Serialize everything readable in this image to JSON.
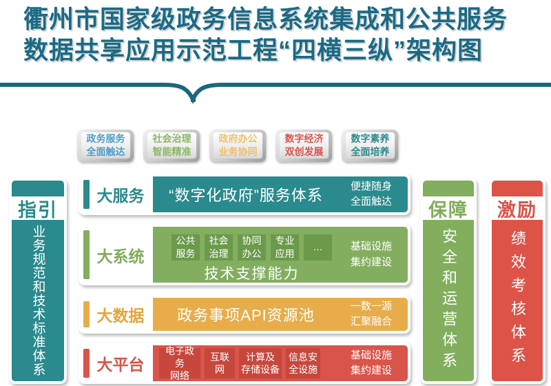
{
  "title": {
    "line1": "衢州市国家级政务信息系统集成和公共服务",
    "line2": "数据共享应用示范工程“四横三纵”架构图"
  },
  "badges": [
    {
      "text": "政务服务\n全面触达",
      "color": "#4f9ec9"
    },
    {
      "text": "社会治理\n智能精准",
      "color": "#8cb763"
    },
    {
      "text": "政府办公\n业务协同",
      "color": "#eec06a"
    },
    {
      "text": "数字经济\n双创发展",
      "color": "#d9544b"
    },
    {
      "text": "数字素养\n全面培养",
      "color": "#2a8a8d"
    }
  ],
  "pillars": {
    "guide": {
      "header": "指引",
      "body": "业务规范和技术标准体系",
      "color": "#2a8a8d"
    },
    "safeguard": {
      "header": "保障",
      "body": "安全和运营体系",
      "color": "#82ae5d"
    },
    "incentive": {
      "header": "激励",
      "body": "绩效考核体系",
      "color": "#dd5348"
    }
  },
  "rows": [
    {
      "label": "大服务",
      "center": "“数字化政府”服务体系",
      "note": "便捷随身\n全面触达",
      "color": "#2a8a8d"
    },
    {
      "label": "大系统",
      "boxes": [
        "公共\n服务",
        "社会\n治理",
        "协同\n办公",
        "专业\n应用",
        "…"
      ],
      "caption": "技术支撑能力",
      "note": "基础设施\n集约建设",
      "color": "#83ae60",
      "box_color": "#6b9a4c"
    },
    {
      "label": "大数据",
      "center": "政务事项API资源池",
      "note": "一数一源\n汇聚融合",
      "color": "#e8ad4b"
    },
    {
      "label": "大平台",
      "boxes": [
        "电子政务\n网络",
        "互联网",
        "计算及\n存储设备",
        "信息安\n全设施"
      ],
      "note": "基础设施\n集约建设",
      "color": "#d9544a",
      "box_color": "#c7473d"
    }
  ],
  "accent_colors": {
    "title_teal": "#1a6a85",
    "teal": "#2a8a8d",
    "green": "#83ae60",
    "gold": "#e8ad4b",
    "red": "#d9544a"
  }
}
